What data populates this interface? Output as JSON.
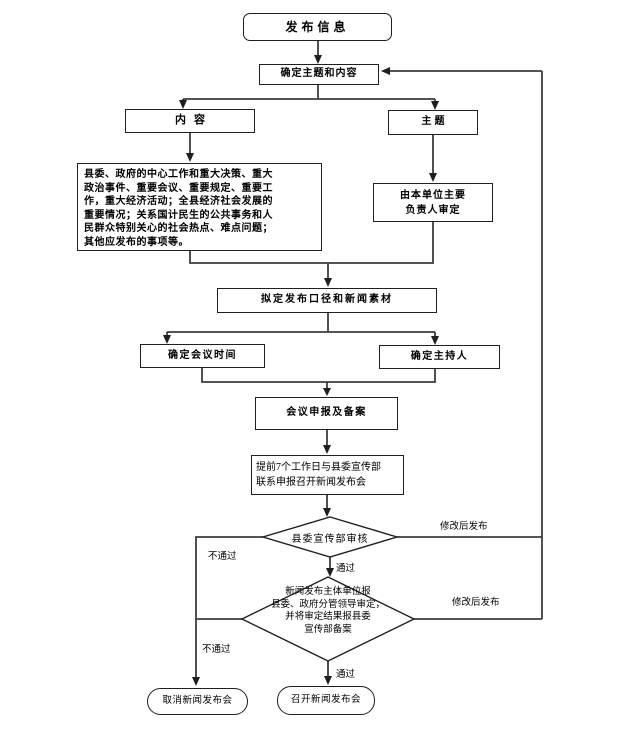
{
  "flowchart": {
    "nodes": {
      "publish_info": "发布信息",
      "determine_topic_content": "确定主题和内容",
      "content": "内容",
      "topic": "主题",
      "content_detail_lines": [
        "县委、政府的中心工作和重大决策、重大",
        "政治事件、重要会议、重要规定、重要工",
        "作，重大经济活动；全县经济社会发展的",
        "重要情况；关系国计民生的公共事务和人",
        "民群众特别关心的社会热点、难点问题；",
        "其他应发布的事项等。"
      ],
      "unit_leader_approve_lines": [
        "由本单位主要",
        "负责人审定"
      ],
      "draft_caliber": "拟定发布口径和新闻素材",
      "determine_time": "确定会议时间",
      "determine_host": "确定主持人",
      "meeting_filing": "会议申报及备案",
      "advance_apply_lines": [
        "提前7个工作日与县委宣传部",
        "联系申报召开新闻发布会"
      ],
      "propaganda_review": "县委宣传部审核",
      "leader_review_lines": [
        "新闻发布主体单位报",
        "县委、政府分管领导审定，",
        "并将审定结果报县委",
        "宣传部备案"
      ],
      "cancel_conference": "取消新闻发布会",
      "hold_conference": "召开新闻发布会"
    },
    "edge_labels": {
      "review_fail": "不通过",
      "review_pass": "通过",
      "review_modify": "修改后发布",
      "approve_fail": "不通过",
      "approve_pass": "通过",
      "approve_modify": "修改后发布"
    },
    "colors": {
      "line": "#3d3d3d",
      "border": "#1f1f1f",
      "text": "#000000",
      "background": "#ffffff"
    }
  }
}
